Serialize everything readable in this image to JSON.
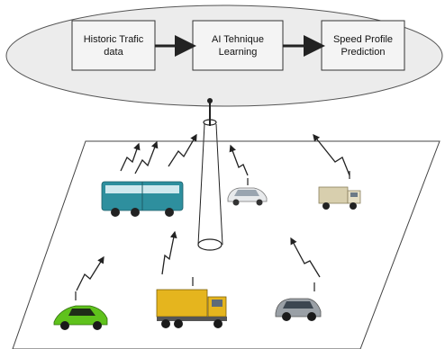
{
  "pipeline": {
    "steps": [
      {
        "id": "historic",
        "label": "Historic Trafic\ndata"
      },
      {
        "id": "ai",
        "label": "AI Tehnique\nLearning"
      },
      {
        "id": "speed",
        "label": "Speed Profile\nPrediction"
      }
    ]
  },
  "vehicles": [
    {
      "id": "bus",
      "kind": "bus",
      "color": "#2e8f9e"
    },
    {
      "id": "car-white",
      "kind": "car",
      "color": "#e8eaec"
    },
    {
      "id": "truck-small",
      "kind": "truck",
      "color": "#d8cfae"
    },
    {
      "id": "car-green",
      "kind": "sports-car",
      "color": "#5fc21c"
    },
    {
      "id": "truck-big",
      "kind": "big-truck",
      "color": "#e5b51e"
    },
    {
      "id": "suv",
      "kind": "suv",
      "color": "#9aa0a6"
    }
  ],
  "colors": {
    "line": "#333333",
    "ellipse_fill": "#ececec",
    "box_fill": "#f2f2f2"
  }
}
